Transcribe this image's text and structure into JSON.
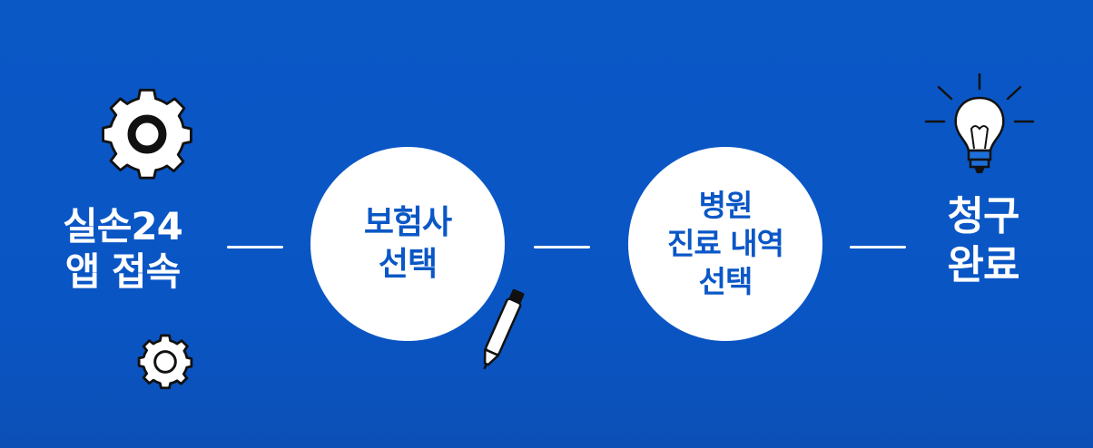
{
  "steps": [
    {
      "line1": "실손24",
      "line2": "앱 접속"
    },
    {
      "line1": "보험사",
      "line2": "선택"
    },
    {
      "line1": "병원",
      "line2": "진료 내역",
      "line3": "선택"
    },
    {
      "line1": "청구",
      "line2": "완료"
    }
  ],
  "icons": {
    "gear_large": "gear-icon",
    "gear_small": "gear-icon",
    "pen": "pen-icon",
    "lightbulb": "lightbulb-icon"
  },
  "colors": {
    "background": "#0a57c6",
    "circle": "#ffffff",
    "circle_text": "#0a57c6",
    "text": "#ffffff",
    "bulb_base": "#1e6fd9"
  }
}
